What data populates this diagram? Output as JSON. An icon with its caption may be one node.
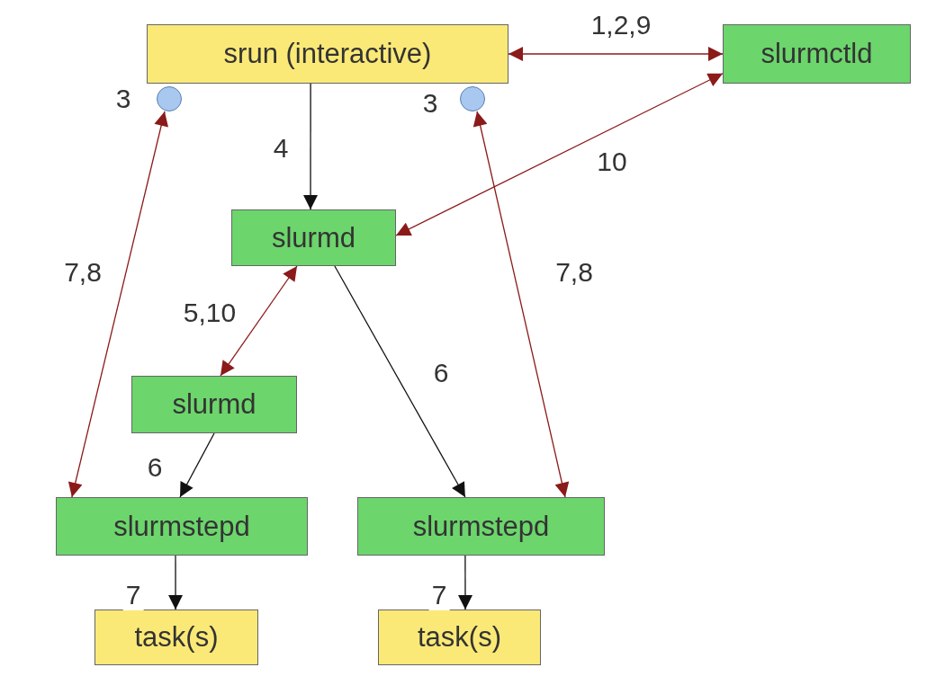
{
  "diagram": {
    "nodes": [
      {
        "text": [
          "srun (interactive)"
        ]
      },
      {
        "text": [
          "slurmctld"
        ]
      },
      {
        "text": [],
        "shape": "circle",
        "beside": [
          "3"
        ]
      },
      {
        "text": [],
        "shape": "circle",
        "beside": [
          "3"
        ]
      },
      {
        "text": [
          "slurmd"
        ]
      },
      {
        "text": [
          "slurmd"
        ]
      },
      {
        "text": [
          "slurmstepd"
        ]
      },
      {
        "text": [
          "slurmstepd"
        ]
      },
      {
        "text": [
          "task(s)"
        ]
      },
      {
        "text": [
          "task(s)"
        ]
      }
    ],
    "edges": [
      {
        "from": 0,
        "to": 1,
        "arrow": "both",
        "label": "1,2,9",
        "color": "#8b1a1a"
      },
      {
        "from": 1,
        "to": 4,
        "arrow": "both",
        "label": "10",
        "color": "#8b1a1a"
      },
      {
        "from": 0,
        "to": 4,
        "arrow": "to",
        "label": "4",
        "color": "#111111"
      },
      {
        "from": 4,
        "to": 5,
        "arrow": "both",
        "label": "5,10",
        "color": "#8b1a1a"
      },
      {
        "from": 2,
        "to": 6,
        "arrow": "both",
        "label": "7,8",
        "color": "#8b1a1a"
      },
      {
        "from": 3,
        "to": 7,
        "arrow": "both",
        "label": "7,8",
        "color": "#8b1a1a"
      },
      {
        "from": 4,
        "to": 7,
        "arrow": "to",
        "label": "6",
        "color": "#111111"
      },
      {
        "from": 5,
        "to": 6,
        "arrow": "to",
        "label": "6",
        "color": "#111111"
      },
      {
        "from": 6,
        "to": 8,
        "arrow": "to",
        "label": "7",
        "color": "#111111"
      },
      {
        "from": 7,
        "to": 9,
        "arrow": "to",
        "label": "7",
        "color": "#111111"
      }
    ]
  }
}
